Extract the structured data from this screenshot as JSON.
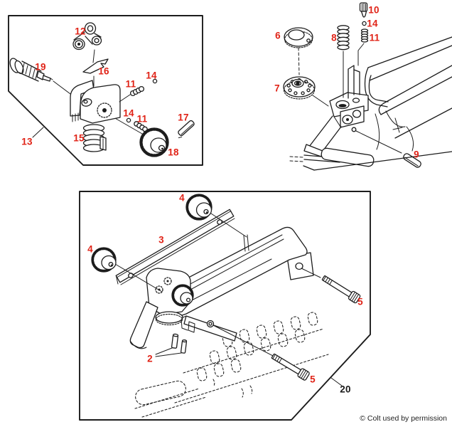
{
  "diagram": {
    "copyright": "© Colt used by permission"
  },
  "colors": {
    "callout": "#e02317",
    "callout_dark": "#1a1a1a",
    "line": "#1c1c1c",
    "background": "#ffffff"
  },
  "callouts": [
    {
      "part": "12"
    },
    {
      "part": "16"
    },
    {
      "part": "19"
    },
    {
      "part": "11"
    },
    {
      "part": "14"
    },
    {
      "part": "14"
    },
    {
      "part": "11"
    },
    {
      "part": "17"
    },
    {
      "part": "15"
    },
    {
      "part": "18"
    },
    {
      "part": "13"
    },
    {
      "part": "10"
    },
    {
      "part": "14"
    },
    {
      "part": "11"
    },
    {
      "part": "6"
    },
    {
      "part": "8"
    },
    {
      "part": "7"
    },
    {
      "part": "9"
    },
    {
      "part": "4"
    },
    {
      "part": "3"
    },
    {
      "part": "4"
    },
    {
      "part": "5"
    },
    {
      "part": "2"
    },
    {
      "part": "5"
    },
    {
      "part": "20"
    }
  ]
}
